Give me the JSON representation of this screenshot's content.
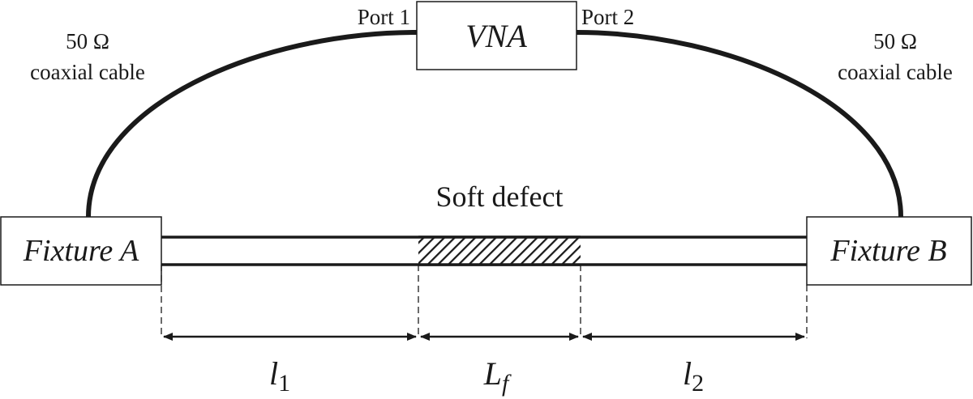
{
  "vna": {
    "label": "VNA",
    "port1": "Port 1",
    "port2": "Port 2"
  },
  "cables": {
    "left": {
      "line1": "50 Ω",
      "line2": "coaxial cable"
    },
    "right": {
      "line1": "50 Ω",
      "line2": "coaxial cable"
    }
  },
  "fixtures": {
    "a": "Fixture A",
    "b": "Fixture B"
  },
  "defect": {
    "label": "Soft defect"
  },
  "dimensions": {
    "l1": {
      "base": "l",
      "sub": "1"
    },
    "lf": {
      "base": "L",
      "sub": "f"
    },
    "l2": {
      "base": "l",
      "sub": "2"
    }
  }
}
